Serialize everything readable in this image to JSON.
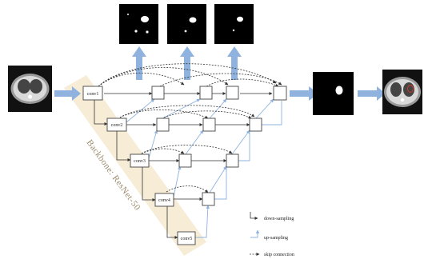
{
  "backbone_label": "Backbone: ResNet-50",
  "encoder_nodes": [
    "conv1",
    "conv2",
    "conv3",
    "conv4",
    "conv5"
  ],
  "legend": {
    "down_sampling": "down-sampling",
    "up_sampling": "up-sampling",
    "skip_connection": "skip connection"
  },
  "colors": {
    "up_arrow": "#8fb3de",
    "backbone_band": "#f6e9cf",
    "lesion_overlay": "#c0392b"
  }
}
